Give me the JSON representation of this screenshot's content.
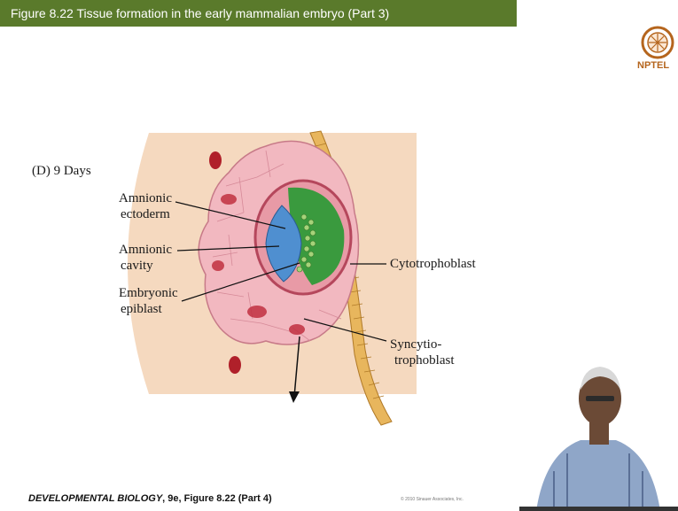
{
  "slide": {
    "title": "Figure 8.22  Tissue formation in the early mammalian embryo (Part 3)",
    "logo_text": "NPTEL",
    "footer_title": "DEVELOPMENTAL BIOLOGY",
    "footer_rest": ", 9e, Figure 8.22 (Part 4)",
    "copyright": "© 2010 Sinauer Associates, Inc."
  },
  "diagram": {
    "panel_label": "(D)  9 Days",
    "labels": {
      "amnionic_ectoderm_1": "Amnionic",
      "amnionic_ectoderm_2": "ectoderm",
      "amnionic_cavity_1": "Amnionic",
      "amnionic_cavity_2": "cavity",
      "embryonic_epiblast_1": "Embryonic",
      "embryonic_epiblast_2": "epiblast",
      "cytotrophoblast": "Cytotrophoblast",
      "syncytio_1": "Syncytio-",
      "syncytio_2": "trophoblast"
    }
  },
  "colors": {
    "title_bar": "#5a7a2b",
    "tissue_bg": "#f3d2b4",
    "syncytio": "#f2b8c0",
    "blood": "#b0202a",
    "yolk_green": "#3a9a3e",
    "amnion_blue": "#4f8fd0",
    "uterine_wall": "#e2b25a"
  }
}
